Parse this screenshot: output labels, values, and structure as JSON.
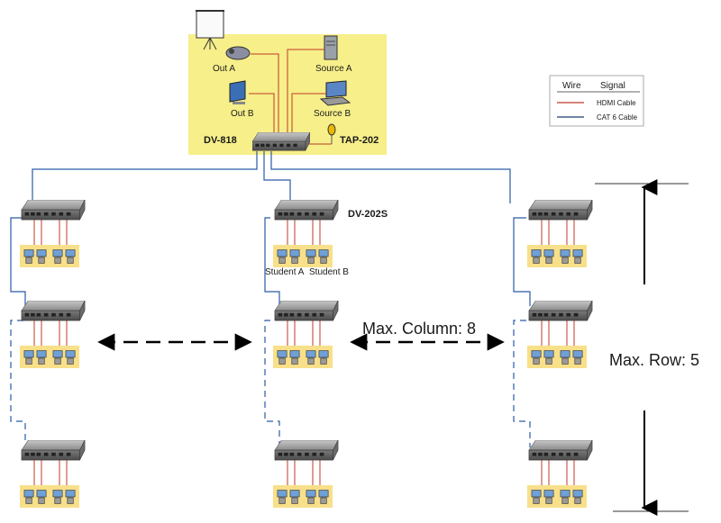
{
  "head": {
    "switch_label": "DV-818",
    "tap_label": "TAP-202",
    "out_a": "Out A",
    "out_b": "Out B",
    "source_a": "Source A",
    "source_b": "Source B"
  },
  "legend": {
    "header_wire": "Wire",
    "header_signal": "Signal",
    "rows": [
      {
        "label": "HDMI Cable",
        "color": "#c0392b"
      },
      {
        "label": "CAT 6 Cable",
        "color": "#1f3d6b"
      }
    ]
  },
  "unit": {
    "label": "DV-202S",
    "student_a": "Student A",
    "student_b": "Student B"
  },
  "annotations": {
    "max_column": "Max. Column: 8",
    "max_row": "Max. Row: 5"
  },
  "colors": {
    "hdmi": "#c0392b",
    "cat6": "#2a5ba8",
    "highlight": "#f7ef8a",
    "student_bg": "#f8e08a"
  },
  "icons": [
    "projector-screen-icon",
    "projector-icon",
    "desktop-pc-icon",
    "laptop-icon",
    "monitor-icon",
    "mic-icon",
    "network-switch-icon",
    "student-pc-icon"
  ]
}
